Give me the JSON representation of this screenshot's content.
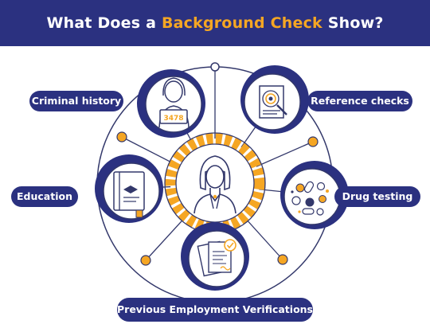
{
  "title": {
    "prefix": "What Does a ",
    "highlight": "Background Check",
    "suffix": " Show?"
  },
  "labels": {
    "criminal_history": "Criminal history",
    "reference_checks": "Reference checks",
    "education": "Education",
    "drug_testing": "Drug testing",
    "previous_employment": "Previous Employment Verifications"
  },
  "badge_number": "3478",
  "colors": {
    "navy": "#2b3180",
    "accent": "#f5a623",
    "line": "#33386b",
    "white": "#ffffff"
  },
  "icons": {
    "center": "woman-avatar-icon",
    "criminal_history": "mugshot-person-icon",
    "reference_checks": "document-magnifier-icon",
    "education": "diploma-book-icon",
    "drug_testing": "pills-dish-icon",
    "previous_employment": "documents-check-icon"
  }
}
